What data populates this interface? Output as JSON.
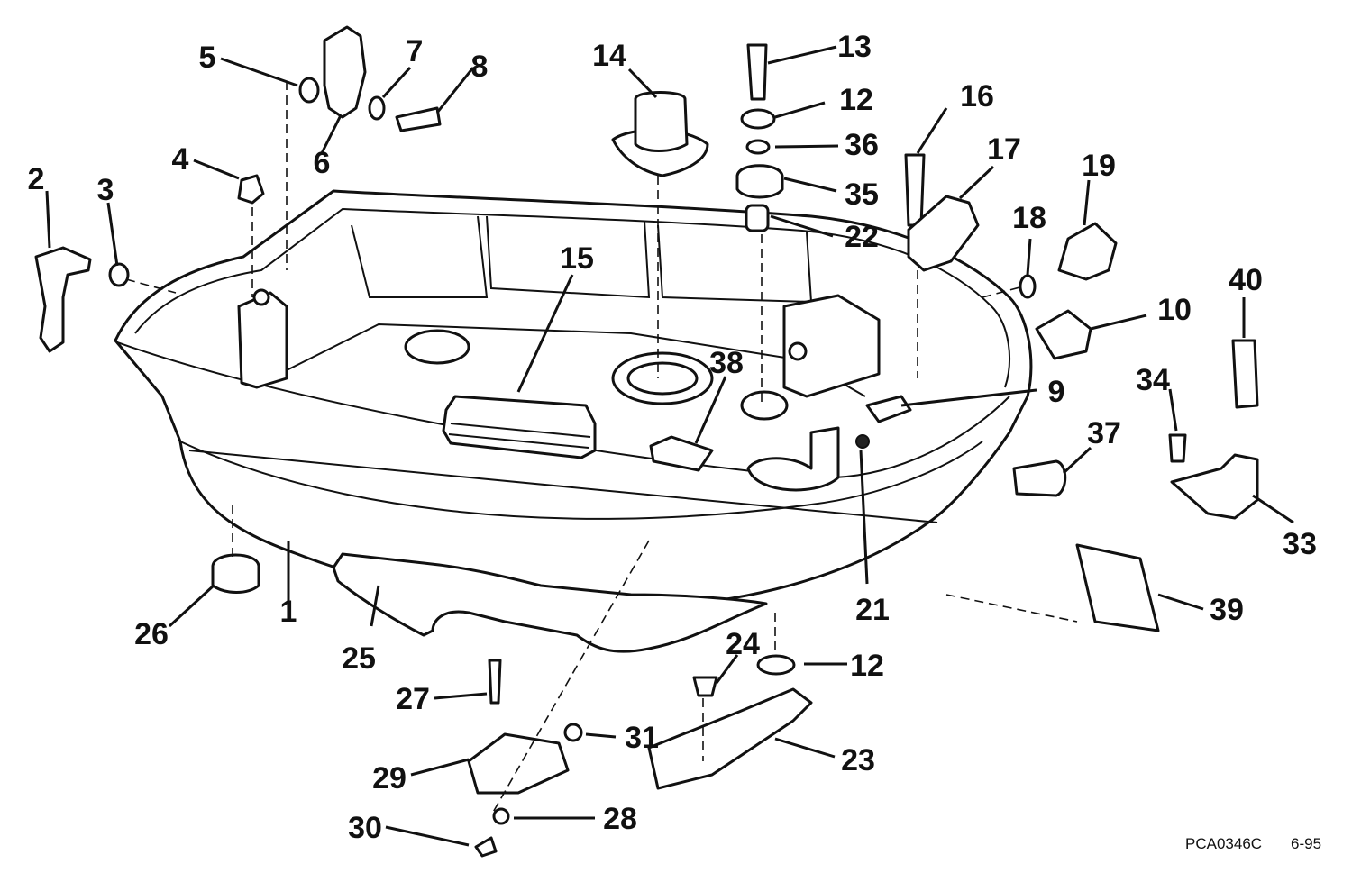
{
  "diagram": {
    "callouts": [
      {
        "label": "1"
      },
      {
        "label": "2"
      },
      {
        "label": "3"
      },
      {
        "label": "4"
      },
      {
        "label": "5"
      },
      {
        "label": "6"
      },
      {
        "label": "7"
      },
      {
        "label": "8"
      },
      {
        "label": "9"
      },
      {
        "label": "10"
      },
      {
        "label": "12"
      },
      {
        "label": "12"
      },
      {
        "label": "13"
      },
      {
        "label": "14"
      },
      {
        "label": "15"
      },
      {
        "label": "16"
      },
      {
        "label": "17"
      },
      {
        "label": "18"
      },
      {
        "label": "19"
      },
      {
        "label": "21"
      },
      {
        "label": "22"
      },
      {
        "label": "23"
      },
      {
        "label": "24"
      },
      {
        "label": "25"
      },
      {
        "label": "26"
      },
      {
        "label": "27"
      },
      {
        "label": "28"
      },
      {
        "label": "29"
      },
      {
        "label": "30"
      },
      {
        "label": "31"
      },
      {
        "label": "33"
      },
      {
        "label": "34"
      },
      {
        "label": "35"
      },
      {
        "label": "36"
      },
      {
        "label": "37"
      },
      {
        "label": "38"
      },
      {
        "label": "39"
      },
      {
        "label": "40"
      }
    ],
    "drawing_code": "PCA0346C",
    "revision_date": "6-95"
  },
  "colors": {
    "line": "#111111",
    "background": "#ffffff"
  }
}
